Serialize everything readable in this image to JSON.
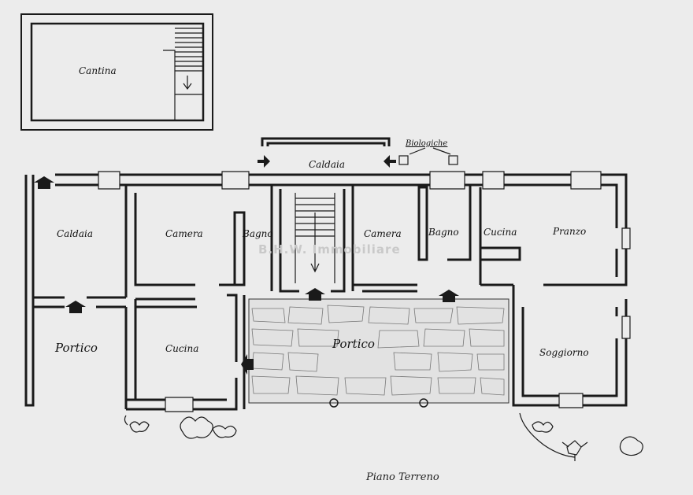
{
  "labels": {
    "cantina": "Cantina",
    "caldaia_top": "Caldaia",
    "biologiche": "Biologiche",
    "caldaia_left": "Caldaia",
    "camera_1": "Camera",
    "bagno_1": "Bagno",
    "camera_2": "Camera",
    "bagno_2": "Bagno",
    "cucina_1": "Cucina",
    "pranzo": "Pranzo",
    "portico_left": "Portico",
    "cucina_2": "Cucina",
    "portico_center": "Portico",
    "soggiorno": "Soggiorno"
  },
  "watermark": "B.H.W. Immobiliare",
  "floor_title": "Piano Terreno"
}
